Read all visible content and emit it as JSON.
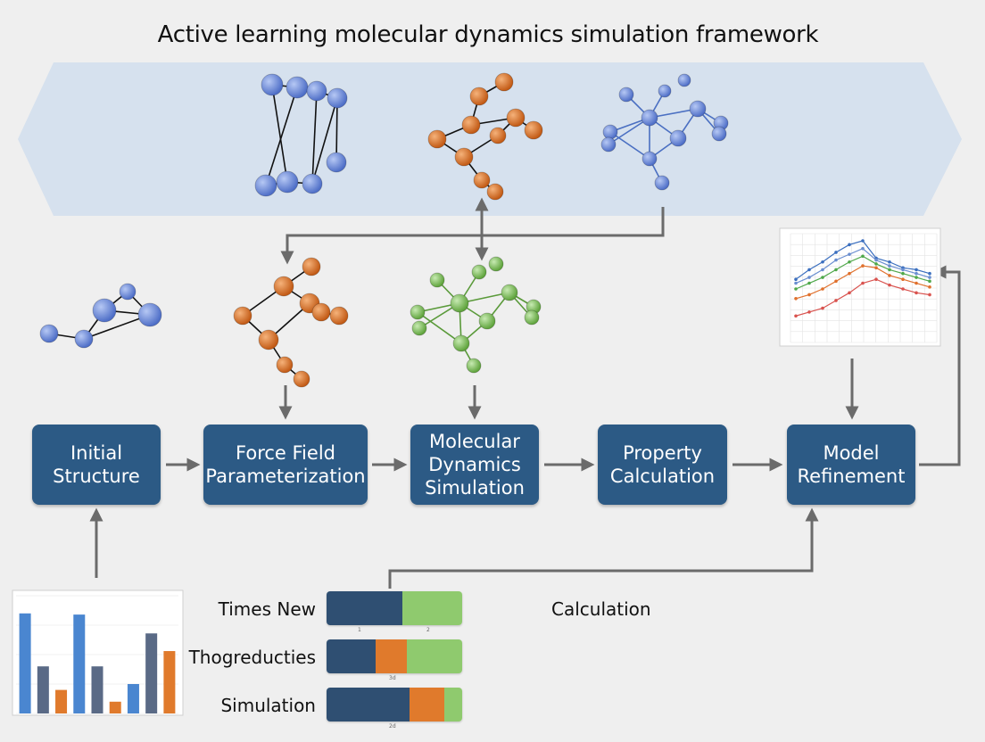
{
  "title": "Active learning molecular dynamics simulation framework",
  "steps": [
    {
      "label": "Initial\nStructure"
    },
    {
      "label": "Force Field\nParameterization"
    },
    {
      "label": "Molecular\nDynamics\nSimulation"
    },
    {
      "label": "Property\nCalculation"
    },
    {
      "label": "Model\nRefinement"
    }
  ],
  "legend_rows": [
    {
      "label": "Times New",
      "segments": [
        0.56,
        0.0,
        0.44
      ],
      "tick": [
        "1",
        "2"
      ]
    },
    {
      "label": "Thogreducties",
      "segments": [
        0.36,
        0.23,
        0.41
      ],
      "tick": [
        "3d"
      ]
    },
    {
      "label": "Simulation",
      "segments": [
        0.61,
        0.26,
        0.13
      ],
      "tick": [
        "2d"
      ]
    }
  ],
  "calc_label": "Calculation",
  "colors": {
    "box": "#2c5a85",
    "blue_atom": "#6f8fe0",
    "orange_atom": "#e07a2c",
    "green_atom": "#7cc35a",
    "bar_dark": "#2f4f72",
    "bar_orange": "#e07a2c",
    "bar_green": "#8fca6e",
    "banner": "#d6e1ee"
  },
  "chart_data": [
    {
      "type": "line",
      "series": [
        {
          "values": [
            0.6,
            0.7,
            0.78,
            0.88,
            0.96,
            1.0,
            0.82,
            0.78,
            0.72,
            0.7,
            0.66
          ]
        },
        {
          "values": [
            0.56,
            0.62,
            0.7,
            0.8,
            0.86,
            0.92,
            0.8,
            0.74,
            0.7,
            0.66,
            0.62
          ]
        },
        {
          "values": [
            0.5,
            0.56,
            0.62,
            0.7,
            0.78,
            0.84,
            0.76,
            0.7,
            0.66,
            0.62,
            0.58
          ]
        },
        {
          "values": [
            0.4,
            0.44,
            0.5,
            0.58,
            0.66,
            0.74,
            0.72,
            0.64,
            0.6,
            0.56,
            0.52
          ]
        },
        {
          "values": [
            0.22,
            0.26,
            0.3,
            0.38,
            0.46,
            0.56,
            0.6,
            0.54,
            0.5,
            0.46,
            0.44
          ]
        }
      ],
      "series_colors": [
        "#3b6fbf",
        "#6a8ed0",
        "#4fa84a",
        "#e0702c",
        "#d9534f"
      ]
    },
    {
      "type": "bar",
      "values": [
        0.85,
        0.4,
        0.2,
        0.84,
        0.4,
        0.1,
        0.25,
        0.68,
        0.53
      ],
      "bar_colors": [
        "#4a86d0",
        "#5a6a86",
        "#e07a2c",
        "#4a86d0",
        "#5a6a86",
        "#e07a2c",
        "#4a86d0",
        "#5a6a86",
        "#e07a2c"
      ]
    }
  ]
}
